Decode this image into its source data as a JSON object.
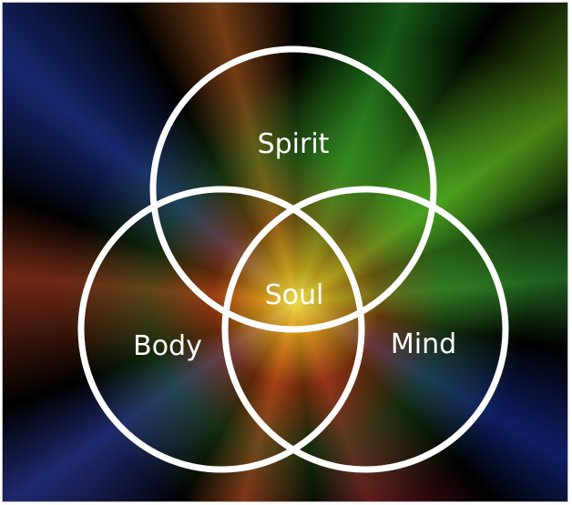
{
  "diagram": {
    "type": "venn",
    "sets": [
      {
        "label": "Spirit"
      },
      {
        "label": "Body"
      },
      {
        "label": "Mind"
      }
    ],
    "intersection": {
      "label": "Soul"
    },
    "stroke_color": "#ffffff"
  }
}
